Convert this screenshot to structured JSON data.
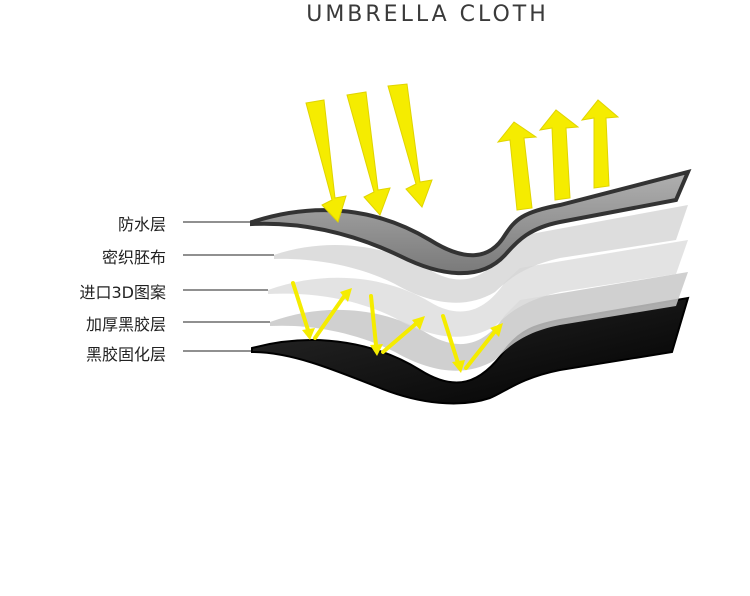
{
  "title": "UMBRELLA  CLOTH",
  "layers": [
    {
      "label": "防水层"
    },
    {
      "label": "密织胚布"
    },
    {
      "label": "进口3D图案"
    },
    {
      "label": "加厚黑胶层"
    },
    {
      "label": "黑胶固化层"
    }
  ],
  "colors": {
    "arrow": "#f5ec00",
    "black_layer": "#0c0c0c",
    "top_layer": "#8c8c8c",
    "leader_line": "#222222"
  }
}
